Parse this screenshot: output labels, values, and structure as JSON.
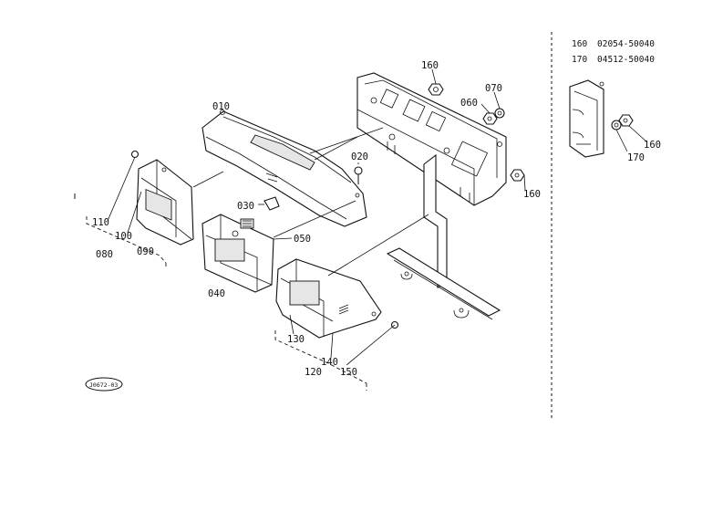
{
  "callouts": {
    "c010": "010",
    "c020": "020",
    "c030": "030",
    "c040": "040",
    "c050": "050",
    "c060": "060",
    "c070": "070",
    "c080": "080",
    "c090": "090",
    "c100": "100",
    "c110": "110",
    "c120": "120",
    "c130": "130",
    "c140": "140",
    "c150": "150",
    "c160a": "160",
    "c160b": "160",
    "c160c": "160",
    "c170": "170"
  },
  "parts_table": [
    {
      "ref": "160",
      "part_no": "02054-50040"
    },
    {
      "ref": "170",
      "part_no": "04512-50040"
    }
  ],
  "drawing_code": "J0672-03"
}
